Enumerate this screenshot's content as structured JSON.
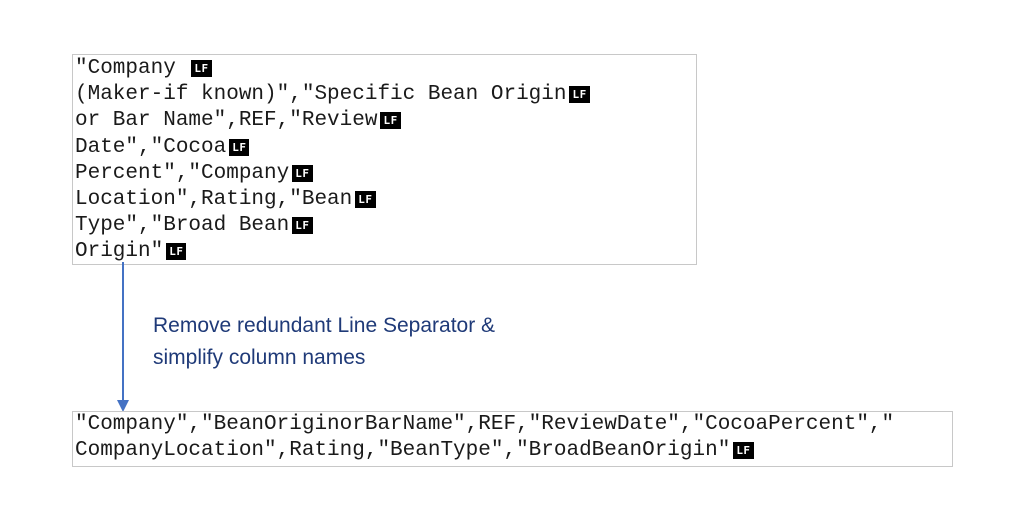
{
  "original": {
    "lines": [
      "\"Company ",
      "(Maker-if known)\",\"Specific Bean Origin",
      "or Bar Name\",REF,\"Review",
      "Date\",\"Cocoa",
      "Percent\",\"Company",
      "Location\",Rating,\"Bean",
      "Type\",\"Broad Bean",
      "Origin\""
    ],
    "line_end_marker": "LF"
  },
  "caption": {
    "line1": "Remove redundant Line Separator &",
    "line2": "simplify column names"
  },
  "result": {
    "lines": [
      "\"Company\",\"BeanOriginorBarName\",REF,\"ReviewDate\",\"CocoaPercent\",\"",
      "CompanyLocation\",Rating,\"BeanType\",\"BroadBeanOrigin\""
    ],
    "line_end_marker": "LF"
  },
  "colors": {
    "arrow": "#4472c4",
    "caption_text": "#1f3a78",
    "box_border": "#c8c8c8"
  },
  "icons": {
    "arrow": "down-arrow-icon",
    "marker": "line-feed-marker"
  }
}
